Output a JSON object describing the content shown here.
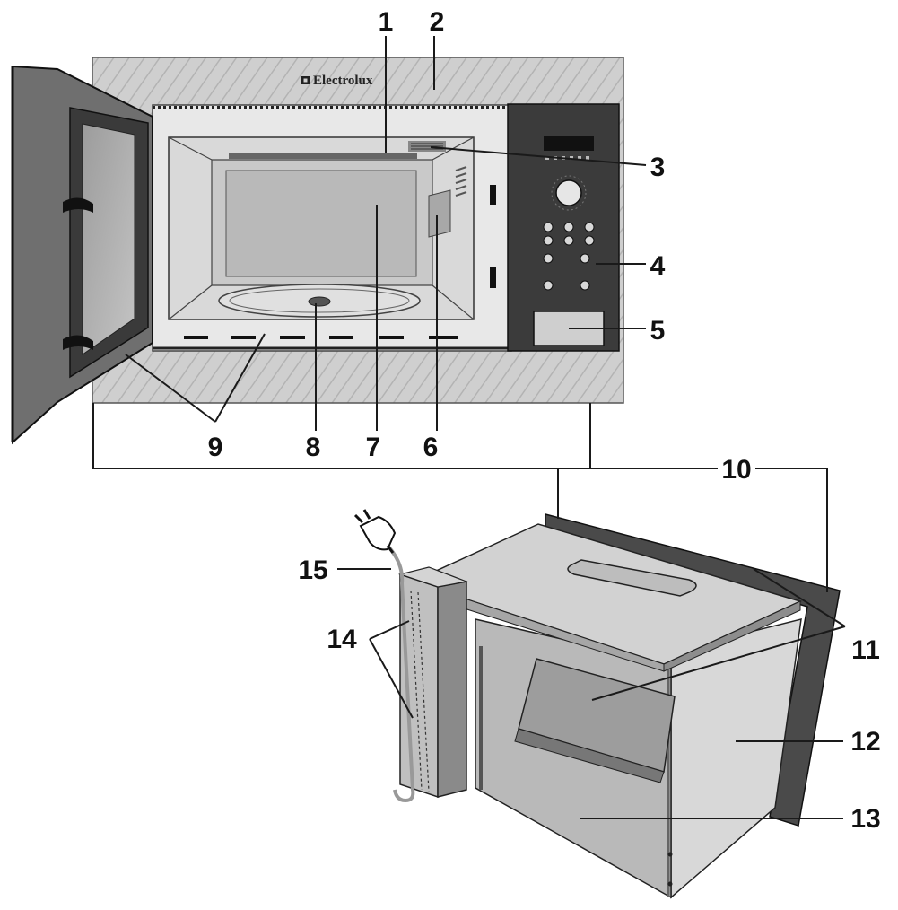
{
  "brand": {
    "logo_text": "Electrolux"
  },
  "callouts": [
    "1",
    "2",
    "3",
    "4",
    "5",
    "6",
    "7",
    "8",
    "9",
    "10",
    "11",
    "12",
    "13",
    "14",
    "15"
  ],
  "colors": {
    "frame": "#c9c9c9",
    "cavity": "#e2e2e2",
    "panel": "#3e3e3e",
    "door": "#6f6f6f",
    "box_light": "#dcdcdc",
    "box_mid": "#c2c2c2",
    "box_dark": "#9a9a9a",
    "line": "#1a1a1a"
  },
  "icons": [
    "brand-logo-icon",
    "mains-plug-icon",
    "control-knob-icon"
  ]
}
